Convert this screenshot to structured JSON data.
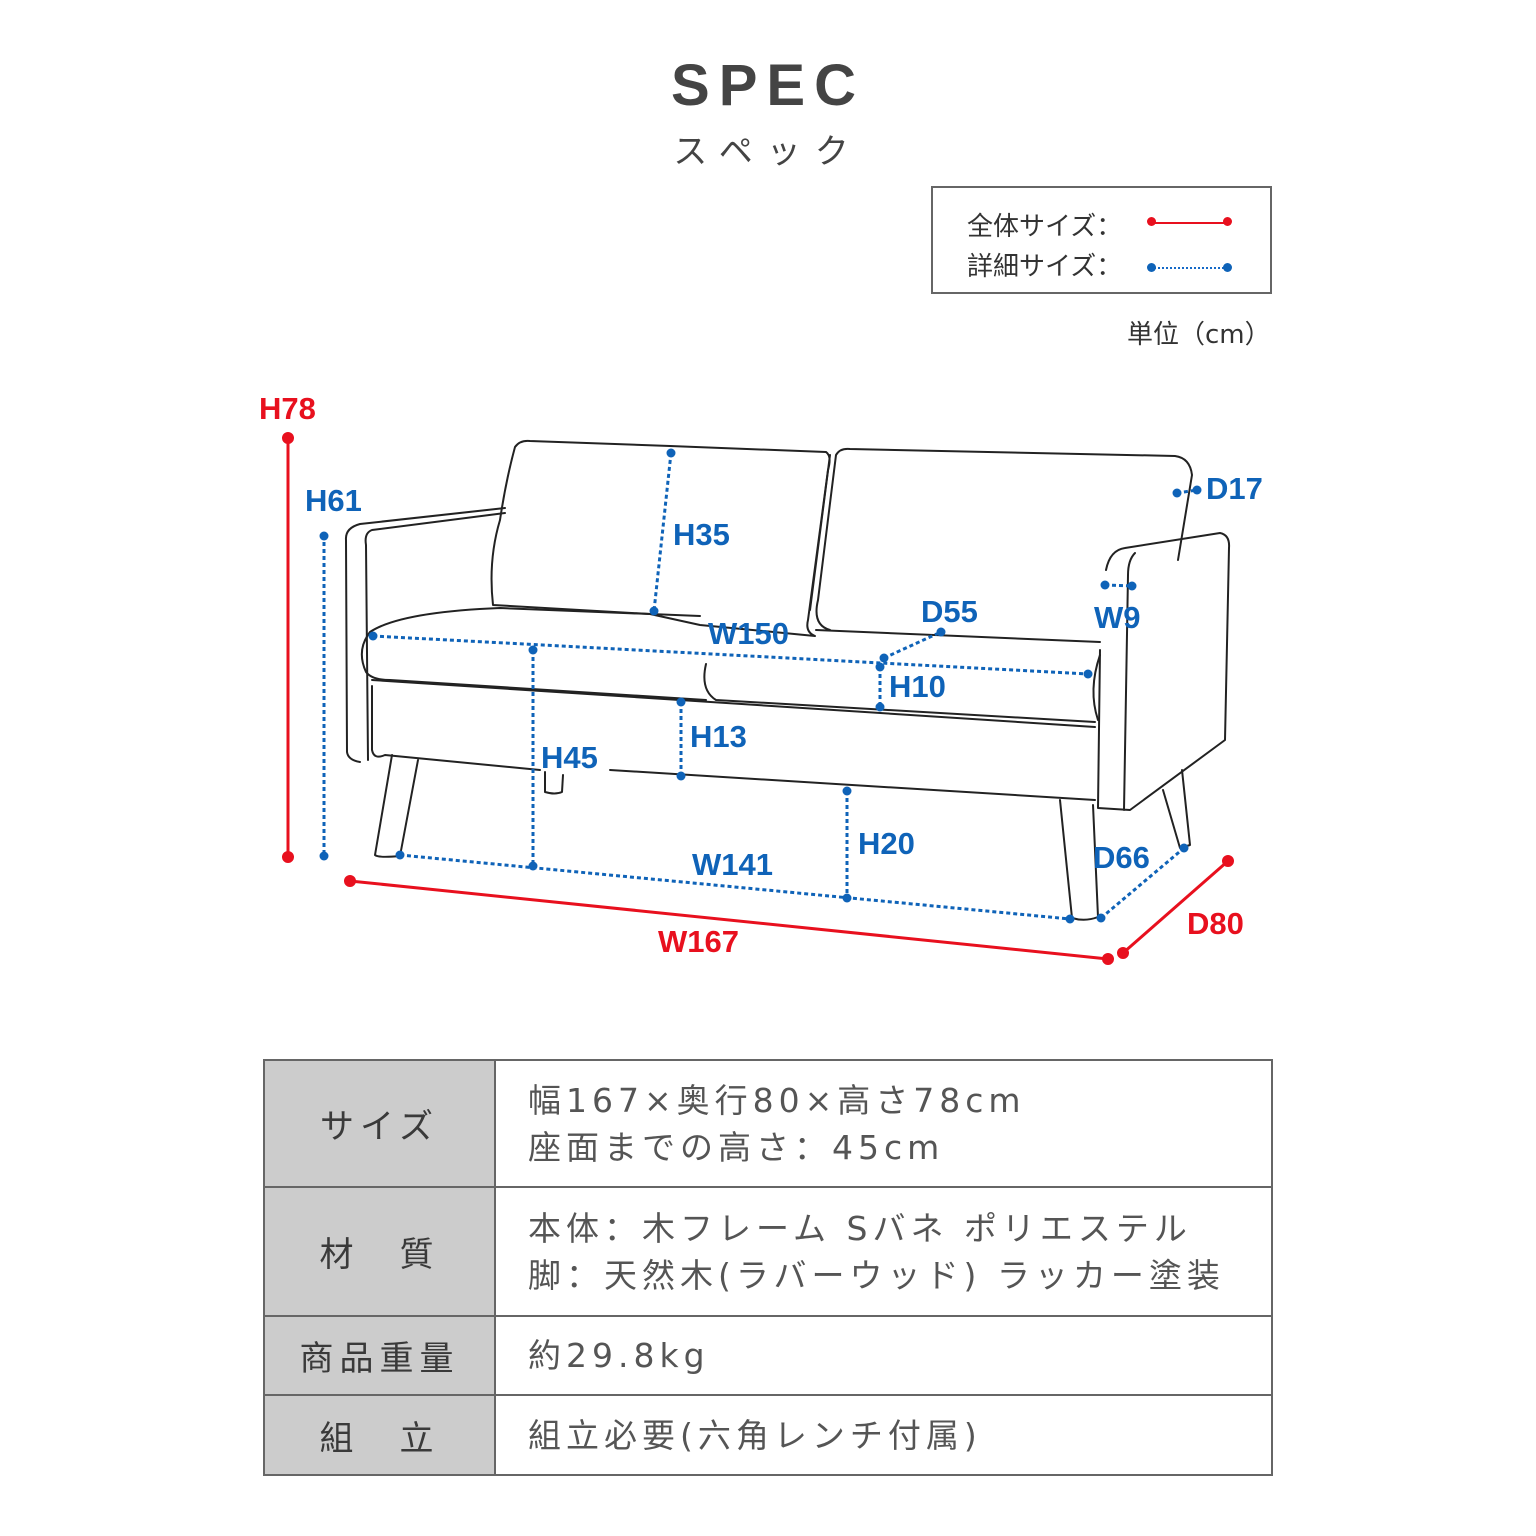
{
  "header": {
    "title": "SPEC",
    "subtitle": "スペック"
  },
  "legend": {
    "overall_label": "全体サイズ：",
    "detail_label": "詳細サイズ：",
    "overall_color": "#e8101e",
    "detail_color": "#0f63b8",
    "unit_label": "単位（cm）"
  },
  "diagram": {
    "overall_dimensions": {
      "height": "H78",
      "width": "W167",
      "depth": "D80"
    },
    "detail_dimensions": {
      "arm_height": "H61",
      "back_cushion_height": "H35",
      "back_cushion_depth": "D17",
      "seat_width": "W150",
      "seat_depth": "D55",
      "arm_width": "W9",
      "seat_cushion_height": "H10",
      "frame_height": "H13",
      "seat_height": "H45",
      "leg_width": "W141",
      "leg_height": "H20",
      "leg_depth": "D66"
    }
  },
  "spec_table": {
    "rows": [
      {
        "label": "サイズ",
        "lines": [
          "幅167×奥行80×高さ78cm",
          "座面までの高さ：45cm"
        ]
      },
      {
        "label": "材　質",
        "lines": [
          "本体：木フレーム Sバネ ポリエステル",
          "脚：天然木(ラバーウッド) ラッカー塗装"
        ]
      },
      {
        "label": "商品重量",
        "lines": [
          "約29.8kg"
        ]
      },
      {
        "label": "組　立",
        "lines": [
          "組立必要(六角レンチ付属)"
        ]
      }
    ]
  }
}
